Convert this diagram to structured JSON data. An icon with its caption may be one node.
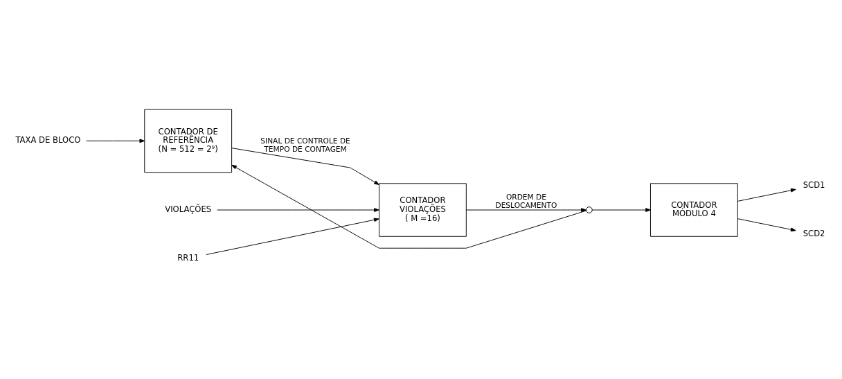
{
  "diagram": {
    "nodes": [
      {
        "text": [
          "TAXA DE BLOCO"
        ]
      },
      {
        "text": [
          "CONTADOR DE REFERÊNCIA",
          "(N = 512 = 2⁹)"
        ]
      },
      {
        "text": [
          "VIOLAÇÕES"
        ]
      },
      {
        "text": [
          "RR11"
        ]
      },
      {
        "text": [
          "CONTADOR VIOLAÇÕES",
          "( M =16)"
        ]
      },
      {
        "text": [],
        "shape": "circle"
      },
      {
        "text": [
          "CONTADOR MÓDULO 4"
        ]
      },
      {
        "text": [
          "SCD1"
        ]
      },
      {
        "text": [
          "SCD2"
        ]
      }
    ],
    "edges": [
      {
        "from": 0,
        "to": 1,
        "arrow": "to"
      },
      {
        "from": 1,
        "to": 4,
        "arrow": "to",
        "label": "SINAL DE CONTROLE DE TEMPO DE CONTAGEM"
      },
      {
        "from": 2,
        "to": 4,
        "arrow": "to"
      },
      {
        "from": 3,
        "to": 4,
        "arrow": "to"
      },
      {
        "from": 4,
        "to": 5,
        "arrow": "to",
        "label": "ORDEM DE DESLOCAMENTO"
      },
      {
        "from": 5,
        "to": 6,
        "arrow": "to"
      },
      {
        "from": 5,
        "to": 1,
        "arrow": "to"
      },
      {
        "from": 6,
        "to": 7,
        "arrow": "to"
      },
      {
        "from": 6,
        "to": 8,
        "arrow": "to"
      }
    ]
  }
}
